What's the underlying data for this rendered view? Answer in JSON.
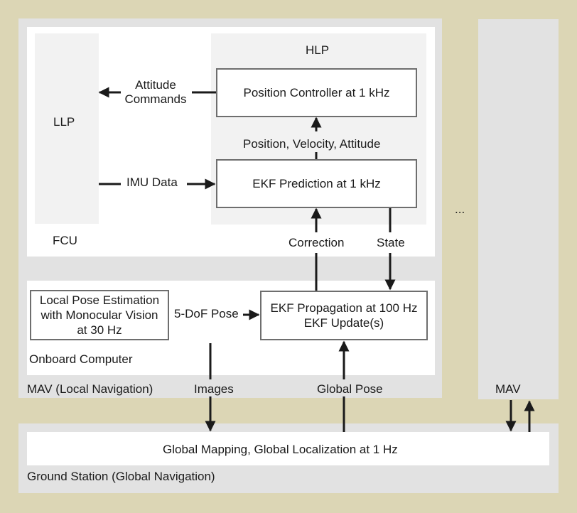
{
  "mav": {
    "label": "MAV (Local Navigation)",
    "fcu": {
      "label": "FCU",
      "llp_label": "LLP",
      "hlp": {
        "label": "HLP",
        "position_controller": "Position Controller at 1 kHz",
        "ekf_prediction": "EKF Prediction at 1 kHz"
      }
    },
    "onboard": {
      "label": "Onboard Computer",
      "pose_estimation": [
        "Local Pose Estimation",
        "with Monocular Vision",
        "at 30 Hz"
      ],
      "ekf_propagation": [
        "EKF Propagation at 100 Hz",
        "EKF Update(s)"
      ]
    }
  },
  "other_mav": {
    "label": "MAV",
    "ellipsis": "..."
  },
  "ground": {
    "label": "Ground Station (Global Navigation)",
    "mapping": "Global Mapping, Global Localization at 1 Hz"
  },
  "edges": {
    "attitude_commands": [
      "Attitude",
      "Commands"
    ],
    "imu_data": "IMU Data",
    "pva": "Position, Velocity, Attitude",
    "correction": "Correction",
    "state": "State",
    "dof_pose": "5-DoF Pose",
    "images": "Images",
    "global_pose": "Global Pose"
  },
  "colors": {
    "background": "#dcd6b5",
    "region": "#e2e2e2",
    "panel": "#ffffff",
    "subpanel": "#f2f2f2",
    "border": "#6e6e6e",
    "arrow": "#1a1a1a"
  }
}
